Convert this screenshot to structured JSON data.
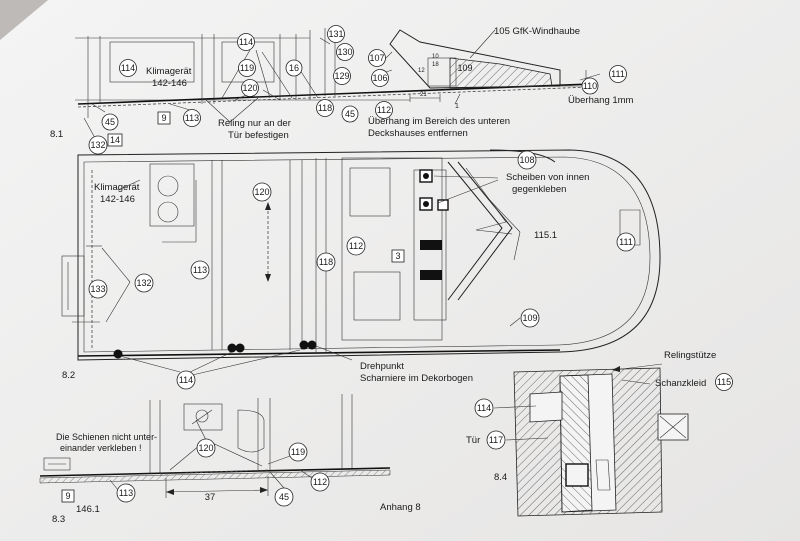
{
  "page_label": "Anhang 8",
  "sections": {
    "s81": "8.1",
    "s82": "8.2",
    "s83": "8.3",
    "s84": "8.4"
  },
  "top": {
    "klimagerat": "Klimagerät",
    "klimagerat_range": "142-146",
    "gfk_windhaube": "105 GfK-Windhaube",
    "reling_note_1": "Reling nur an der",
    "reling_note_2": "Tür befestigen",
    "uberhang_note_1": "Überhang im Bereich des unteren",
    "uberhang_note_2": "Deckshauses entfernen",
    "uberhang_1mm": "Überhang 1mm",
    "dim_10": "10",
    "dim_18": "18",
    "dim_21": "21",
    "dim_12": "12",
    "dim_1": "1",
    "items": [
      "114",
      "114",
      "119",
      "16",
      "120",
      "118",
      "45",
      "112",
      "131",
      "130",
      "107",
      "129",
      "106",
      "109",
      "110",
      "111",
      "45",
      "132",
      "9",
      "113"
    ]
  },
  "middle": {
    "klimagerat": "Klimagerät",
    "klimagerat_range": "142-146",
    "scheiben_note_1": "Scheiben von innen",
    "scheiben_note_2": "gegenkleben",
    "drehpunkt_1": "Drehpunkt",
    "drehpunkt_2": "Scharniere im Dekorbogen",
    "label_115_1": "115.1",
    "box_14": "14",
    "box_3": "3",
    "items": [
      "108",
      "120",
      "112",
      "118",
      "113",
      "132",
      "133",
      "111",
      "109",
      "114"
    ]
  },
  "bottom": {
    "schienen_note_1": "Die Schienen nicht unter-",
    "schienen_note_2": "einander verkleben !",
    "dim_37": "37",
    "box_9": "9",
    "label_146_1": "146.1",
    "items": [
      "113",
      "120",
      "119",
      "45",
      "112"
    ]
  },
  "detail": {
    "relingstutze": "Relingstütze",
    "schanzkleid": "Schanzkleid",
    "schanzkleid_num": "115",
    "tur": "Tür",
    "tur_num": "117",
    "item_114": "114"
  }
}
